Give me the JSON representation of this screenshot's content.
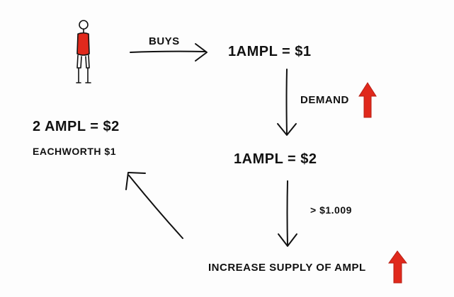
{
  "colors": {
    "ink": "#111111",
    "shirt": "#e0291c",
    "up_arrow": "#e0291c",
    "background": "#fdfdfd"
  },
  "icons": [
    "stick-figure-person-icon",
    "red-up-arrow-icon"
  ],
  "labels": {
    "buys": "BUYS",
    "price_1": "1AMPL = $1",
    "demand": "DEMAND",
    "price_2": "1AMPL = $2",
    "threshold": "> $1.009",
    "increase_supply": "INCREASE SUPPLY OF AMPL",
    "result_price": "2 AMPL = $2",
    "each_worth": "EACHWORTH $1"
  }
}
